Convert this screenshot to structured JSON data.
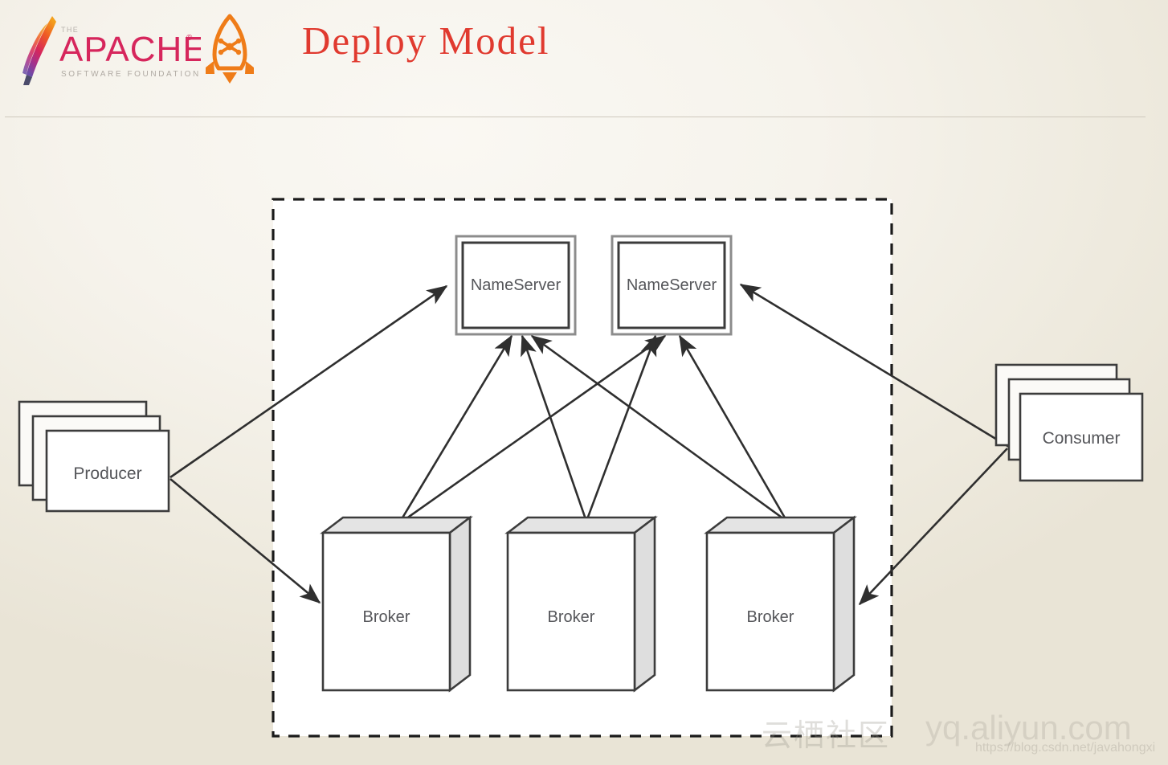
{
  "header": {
    "title": "Deploy Model",
    "title_color": "#e03a2f",
    "apache_logo": {
      "the": "THE",
      "wordmark": "APACHE",
      "tagline": "SOFTWARE FOUNDATION",
      "trademark": "®",
      "color": "#d6265c"
    },
    "rocket_logo": {
      "name": "rocketmq-rocket-icon",
      "color": "#ef7c18"
    }
  },
  "diagram": {
    "cluster_boundary": {
      "style": "dashed",
      "color": "#1a1a1a"
    },
    "nodes": {
      "nameservers": [
        {
          "label": "NameServer"
        },
        {
          "label": "NameServer"
        }
      ],
      "brokers": [
        {
          "label": "Broker"
        },
        {
          "label": "Broker"
        },
        {
          "label": "Broker"
        }
      ],
      "producer": {
        "label": "Producer",
        "stacked": 3
      },
      "consumer": {
        "label": "Consumer",
        "stacked": 3
      }
    },
    "edges": [
      {
        "from": "Producer",
        "to": "NameServer 1"
      },
      {
        "from": "Producer",
        "to": "Broker 1"
      },
      {
        "from": "Broker 1",
        "to": "NameServer 1"
      },
      {
        "from": "Broker 1",
        "to": "NameServer 2"
      },
      {
        "from": "Broker 2",
        "to": "NameServer 1"
      },
      {
        "from": "Broker 2",
        "to": "NameServer 2"
      },
      {
        "from": "Broker 3",
        "to": "NameServer 1"
      },
      {
        "from": "Broker 3",
        "to": "NameServer 2"
      },
      {
        "from": "Consumer",
        "to": "NameServer 2"
      },
      {
        "from": "Consumer",
        "to": "Broker 3"
      }
    ],
    "colors": {
      "stroke": "#3c3c3c",
      "box_fill": "#ffffff",
      "box_3d_shade": "#e2e2e2",
      "label": "#55565a"
    }
  },
  "watermark": {
    "community": "云栖社区",
    "domain": "yq.aliyun.com",
    "url": "https://blog.csdn.net/javahongxi"
  }
}
